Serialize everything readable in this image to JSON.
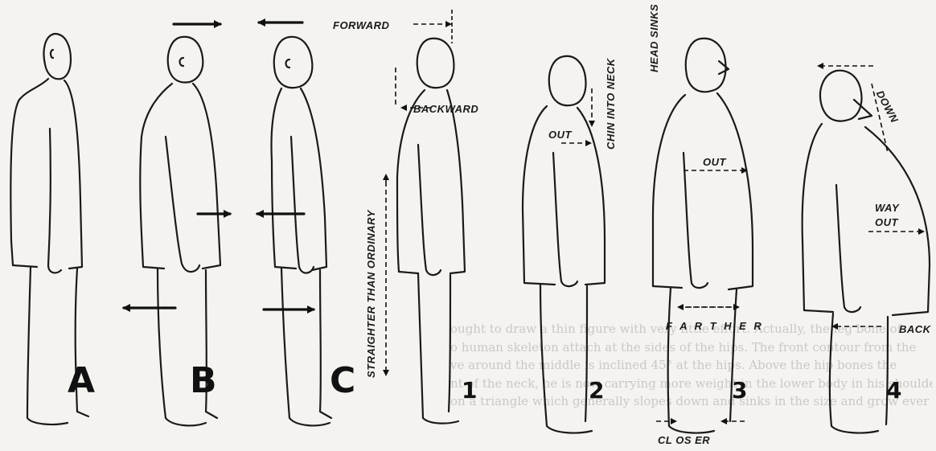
{
  "panels": {
    "a": "A",
    "b": "B",
    "c": "C",
    "one": "1",
    "two": "2",
    "three": "3",
    "four": "4"
  },
  "annotations": {
    "forward": "FORWARD",
    "backward": "BACKWARD",
    "straighter": "STRAIGHTER THAN ORDINARY",
    "chin_into_neck": "CHIN INTO NECK",
    "out_2": "OUT",
    "head_sinks": "HEAD SINKS",
    "out_3": "OUT",
    "farther": "F A R T H E R",
    "closer": "CL OS ER",
    "down": "DOWN",
    "way_out": "WAY OUT",
    "back": "BACK"
  },
  "background_text": [
    "ought to draw a thin figure with very little effort. Actually, the leg bone of",
    "o human skeleton attach at the sides of the hips. The front contour from the",
    "ve around the middle is inclined 45° at the hips. Above the hip bones the",
    "nt of the neck, he is now carrying more weight in the lower body in his shoulders, bu",
    "on a triangle which generally slopes down and sinks in the size and grow ever bigger;"
  ]
}
